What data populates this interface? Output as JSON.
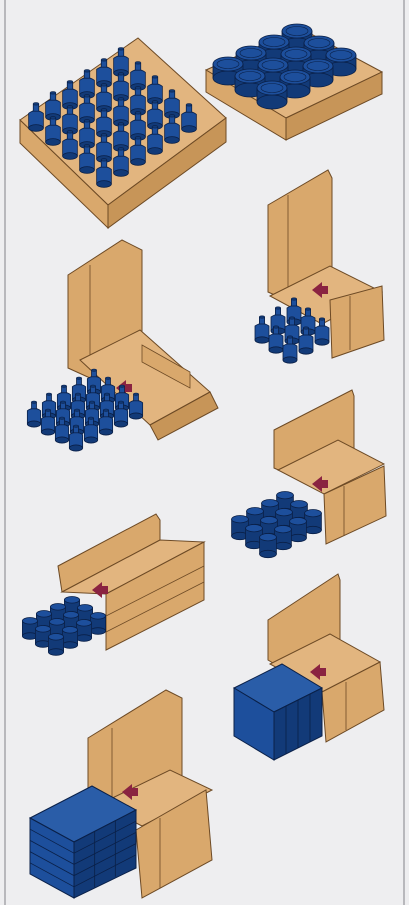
{
  "colors": {
    "background": "#eeeef0",
    "frame": "#b8b8bc",
    "cardboard": "#d9a86c",
    "cardboard_light": "#e2b57f",
    "cardboard_dark": "#c79558",
    "cardboard_edge": "#6d4a25",
    "product": "#1d4f9c",
    "product_dark": "#123a78",
    "product_outline": "#0a2048",
    "arrow": "#8a2341"
  },
  "steps": [
    {
      "id": "bottles-tray",
      "product": "bottles",
      "icon": "bottle-tray-icon"
    },
    {
      "id": "jars-tray",
      "product": "jars",
      "icon": "jar-tray-icon"
    },
    {
      "id": "wrap-bottles-small",
      "product": "bottles",
      "icon": "wrap-around-case-icon"
    },
    {
      "id": "wrap-bottles-large",
      "product": "bottles",
      "icon": "wrap-around-case-icon"
    },
    {
      "id": "wrap-cans",
      "product": "cans",
      "icon": "wrap-around-case-icon"
    },
    {
      "id": "side-load-cans",
      "product": "cans",
      "icon": "side-load-case-icon"
    },
    {
      "id": "wrap-cartons",
      "product": "cartons",
      "icon": "wrap-around-case-icon"
    },
    {
      "id": "wrap-cartons-large",
      "product": "cartons",
      "icon": "wrap-around-case-icon"
    }
  ]
}
